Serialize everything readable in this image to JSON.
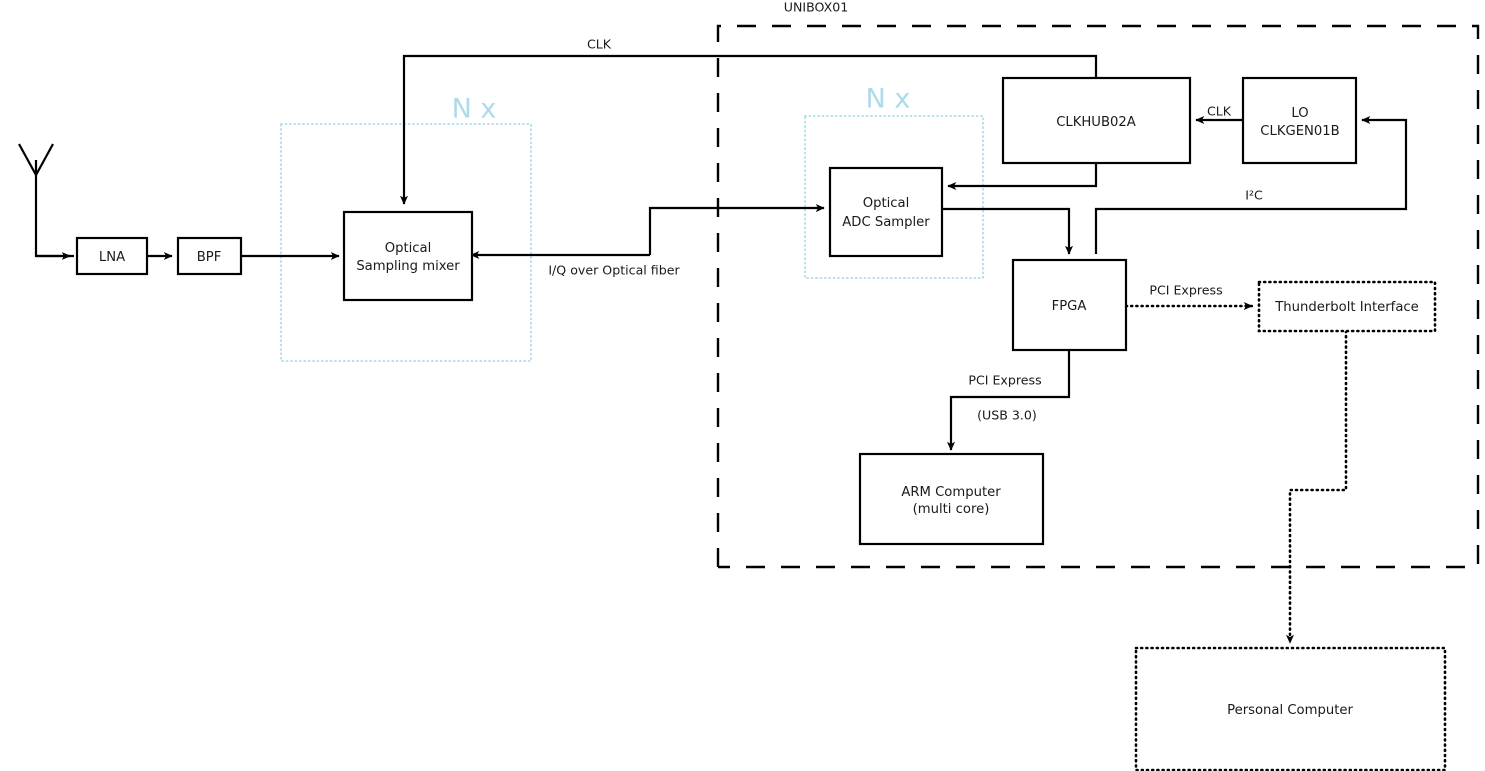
{
  "diagram": {
    "title_label": "UNIBOX01",
    "blocks": [
      {
        "id": "lna",
        "label_lines": [
          "LNA"
        ],
        "style": "solid"
      },
      {
        "id": "bpf",
        "label_lines": [
          "BPF"
        ],
        "style": "solid"
      },
      {
        "id": "mixer",
        "label_lines": [
          "Optical",
          "Sampling mixer"
        ],
        "style": "solid"
      },
      {
        "id": "adc",
        "label_lines": [
          "Optical",
          "ADC Sampler"
        ],
        "style": "solid"
      },
      {
        "id": "clkhub",
        "label_lines": [
          "CLKHUB02A"
        ],
        "style": "solid"
      },
      {
        "id": "lo",
        "label_lines": [
          "LO",
          "CLKGEN01B"
        ],
        "style": "solid"
      },
      {
        "id": "fpga",
        "label_lines": [
          "FPGA"
        ],
        "style": "solid"
      },
      {
        "id": "arm",
        "label_lines": [
          "ARM Computer",
          "(multi core)"
        ],
        "style": "solid"
      },
      {
        "id": "thunderbolt",
        "label_lines": [
          "Thunderbolt Interface"
        ],
        "style": "dotted"
      },
      {
        "id": "pc",
        "label_lines": [
          "Personal Computer"
        ],
        "style": "dotted"
      }
    ],
    "groups": [
      {
        "id": "group-rx",
        "label": "N x"
      },
      {
        "id": "group-adc",
        "label": "N x"
      }
    ],
    "wire_labels": {
      "clk_top": "CLK",
      "clk_lo": "CLK",
      "iq_fiber": "I/Q over Optical fiber",
      "i2c": "I²C",
      "pcie_tb": "PCI Express",
      "pcie_arm": "PCI Express",
      "usb3": "(USB 3.0)"
    },
    "colors": {
      "group_accent": "#addbe9",
      "line": "#000000",
      "background": "#ffffff",
      "text": "#1a1a1a"
    }
  }
}
